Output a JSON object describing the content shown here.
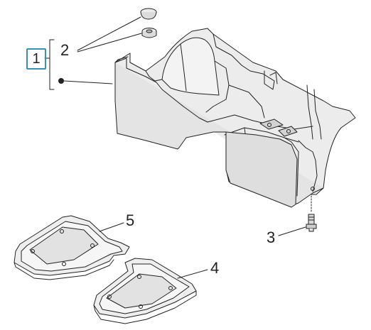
{
  "callouts": {
    "item1": "1",
    "item2": "2",
    "item3": "3",
    "item4": "4",
    "item5": "5"
  },
  "colors": {
    "line": "#222222",
    "part_fill": "#ececec",
    "shade_fill": "#d2d2d2",
    "box_border": "#3a8fb5"
  }
}
